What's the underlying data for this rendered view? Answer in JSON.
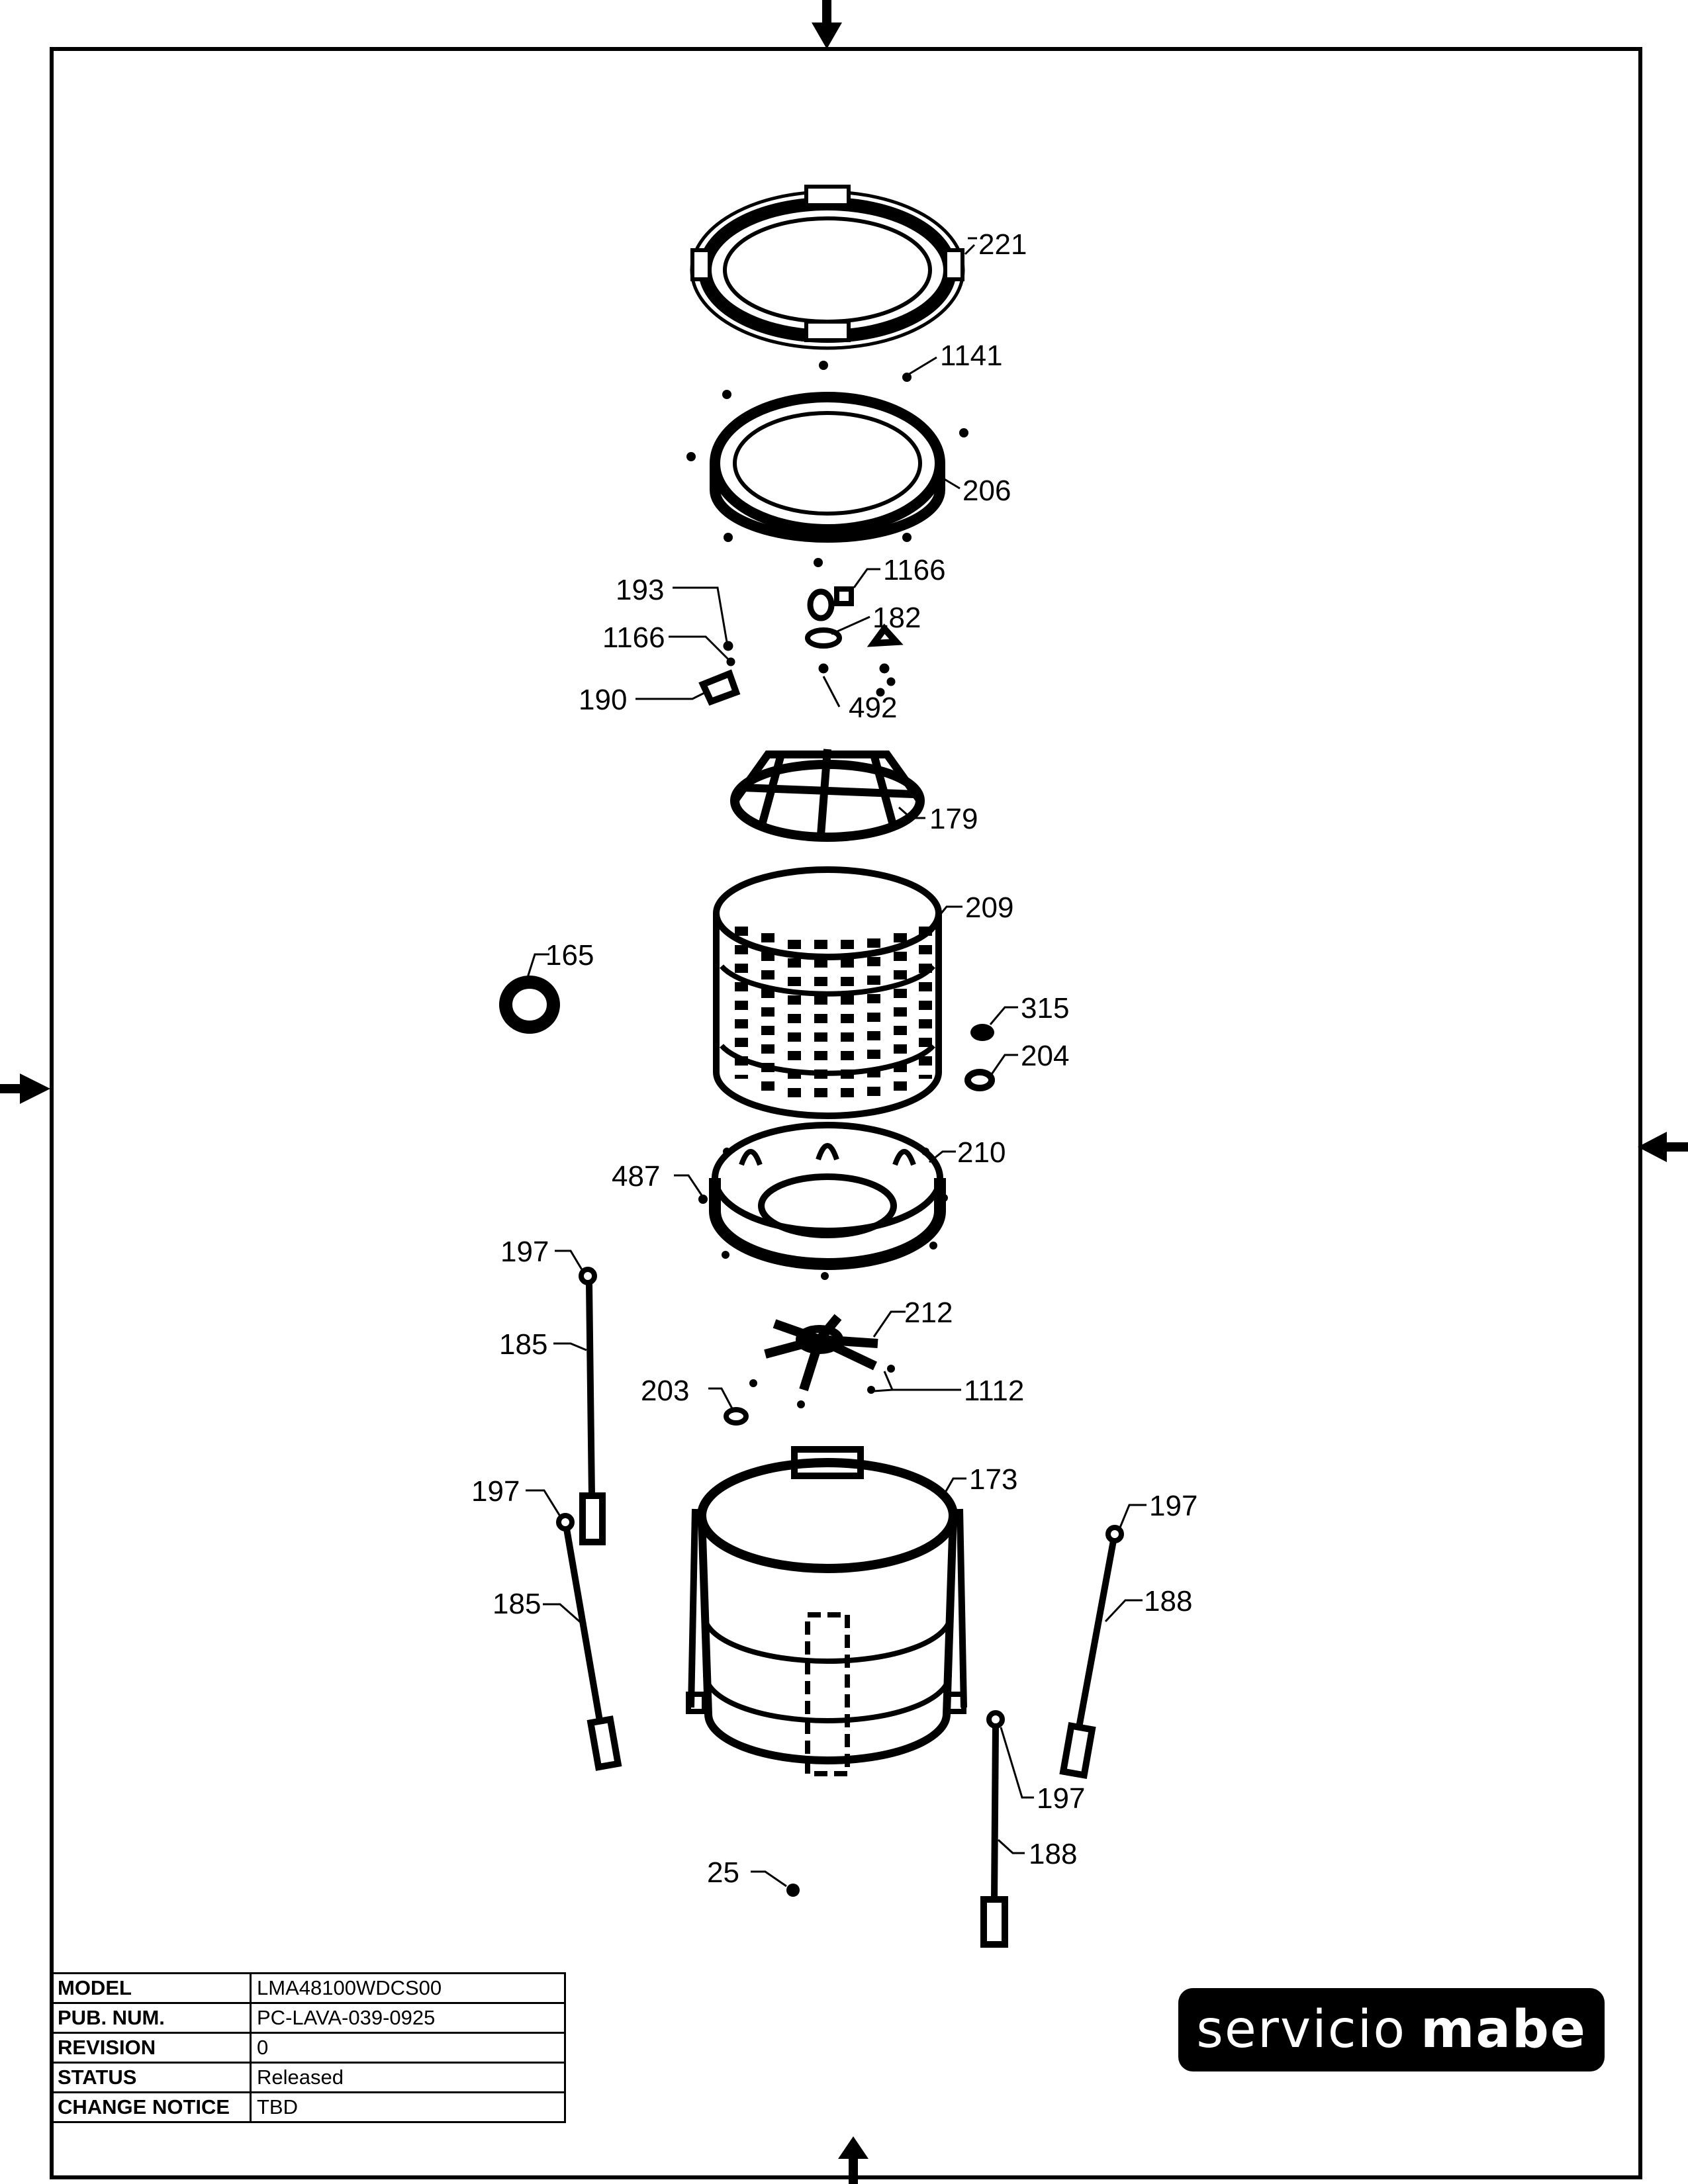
{
  "callouts": [
    "221",
    "1141",
    "206",
    "1166",
    "193",
    "182",
    "1166",
    "190",
    "492",
    "179",
    "209",
    "165",
    "315",
    "204",
    "210",
    "487",
    "197",
    "185",
    "212",
    "203",
    "1112",
    "173",
    "197",
    "197",
    "185",
    "188",
    "197",
    "188",
    "25"
  ],
  "info_table": [
    {
      "label": "MODEL",
      "value": "LMA48100WDCS00"
    },
    {
      "label": "PUB. NUM.",
      "value": "PC-LAVA-039-0925"
    },
    {
      "label": "REVISION",
      "value": "0"
    },
    {
      "label": "STATUS",
      "value": "Released"
    },
    {
      "label": "CHANGE NOTICE",
      "value": "TBD"
    }
  ],
  "brand": {
    "light": "servicio",
    "bold": "mabe"
  },
  "colors": {
    "ink": "#000000",
    "paper": "#ffffff"
  }
}
